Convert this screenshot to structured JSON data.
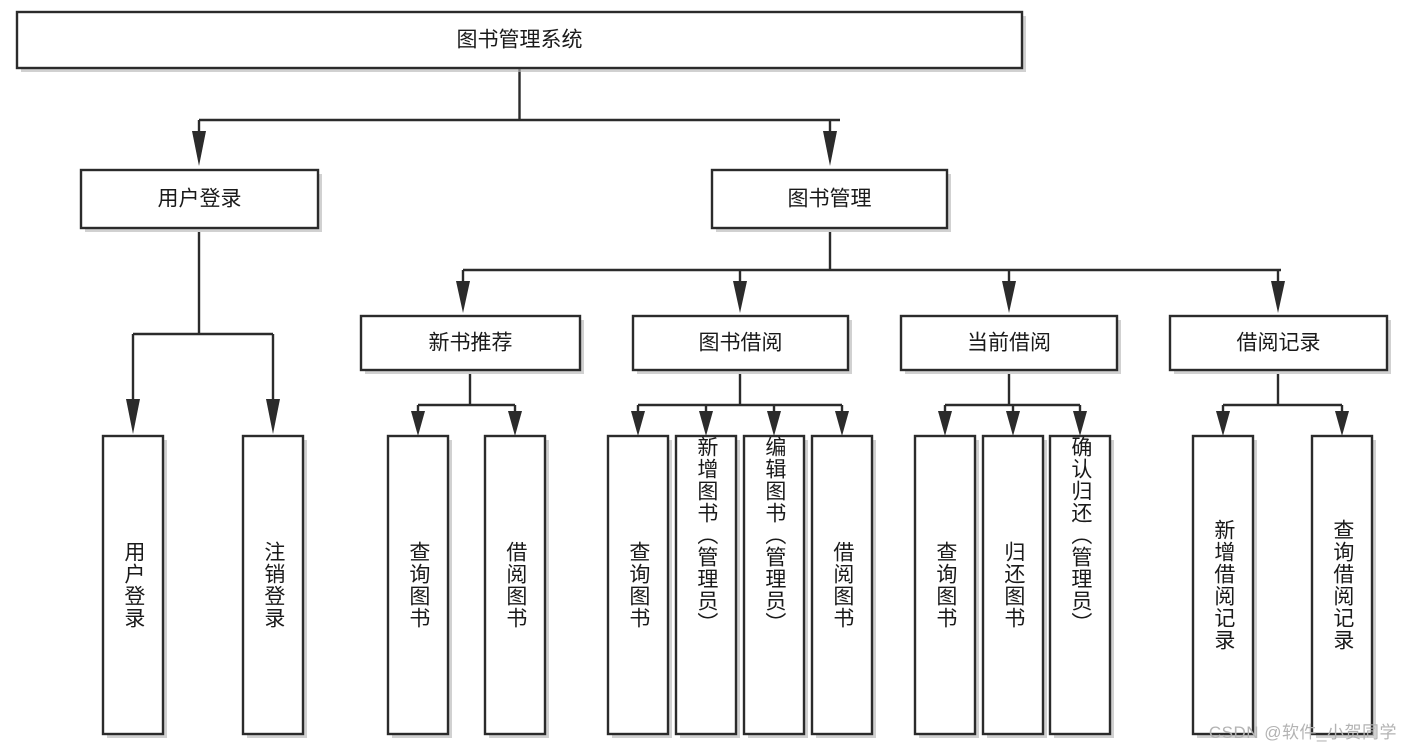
{
  "diagram": {
    "title": "图书管理系统",
    "type": "tree-hierarchy-chart",
    "orientation": "top-down",
    "colors": {
      "box_stroke": "#2b2b2b",
      "box_fill": "#ffffff",
      "connector": "#2b2b2b",
      "shadow": "#b9b9b9",
      "text": "#1a1a1a",
      "watermark": "#b3b3b3",
      "background": "#ffffff"
    },
    "root": {
      "label": "图书管理系统",
      "name": "node-root-system"
    },
    "level2": [
      {
        "label": "用户登录",
        "name": "node-user-login"
      },
      {
        "label": "图书管理",
        "name": "node-book-management"
      }
    ],
    "level3": [
      {
        "label": "新书推荐",
        "name": "node-new-book-recommend"
      },
      {
        "label": "图书借阅",
        "name": "node-book-borrow"
      },
      {
        "label": "当前借阅",
        "name": "node-current-borrow"
      },
      {
        "label": "借阅记录",
        "name": "node-borrow-record"
      }
    ],
    "leaves": {
      "user_login": [
        {
          "label": "用户登录",
          "name": "leaf-user-login"
        },
        {
          "label": "注销登录",
          "name": "leaf-logout"
        }
      ],
      "new_book_recommend": [
        {
          "label": "查询图书",
          "name": "leaf-query-book-1"
        },
        {
          "label": "借阅图书",
          "name": "leaf-borrow-book-1"
        }
      ],
      "book_borrow": [
        {
          "label": "查询图书",
          "name": "leaf-query-book-2"
        },
        {
          "label": "新增图书（管理员）",
          "name": "leaf-add-book-admin"
        },
        {
          "label": "编辑图书（管理员）",
          "name": "leaf-edit-book-admin"
        },
        {
          "label": "借阅图书",
          "name": "leaf-borrow-book-2"
        }
      ],
      "current_borrow": [
        {
          "label": "查询图书",
          "name": "leaf-query-book-3"
        },
        {
          "label": "归还图书",
          "name": "leaf-return-book"
        },
        {
          "label": "确认归还（管理员）",
          "name": "leaf-confirm-return-admin"
        }
      ],
      "borrow_record": [
        {
          "label": "新增借阅记录",
          "name": "leaf-add-borrow-record"
        },
        {
          "label": "查询借阅记录",
          "name": "leaf-query-borrow-record"
        }
      ]
    },
    "watermark": "CSDN @软件_小贺同学"
  }
}
